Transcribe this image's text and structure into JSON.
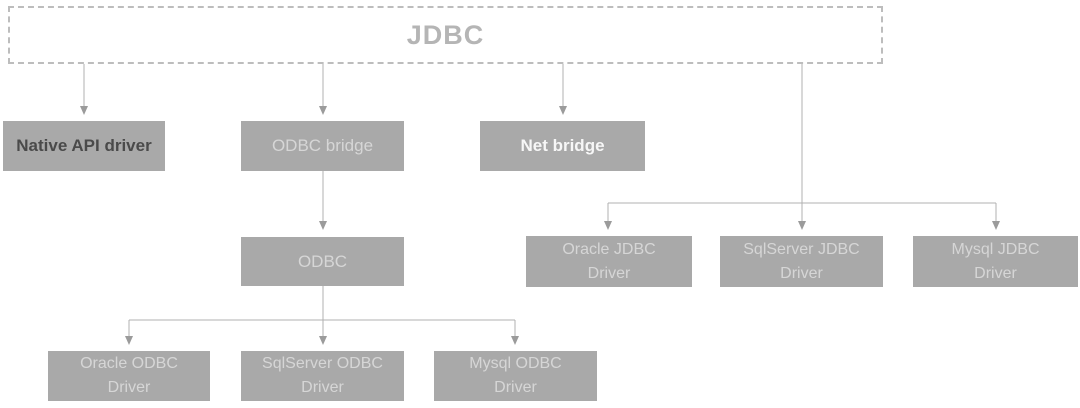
{
  "diagram": {
    "title": "JDBC",
    "colors": {
      "node_fill": "#a9a9a9",
      "line": "#b1b1b1",
      "arrow": "#9b9b9b",
      "dark_text": "#4a4a4a",
      "light_text": "#d6d6d6",
      "white_text": "#f7f7f7",
      "title_text": "#b5b5b5",
      "dashed_border": "#bdbdbd"
    },
    "nodes": {
      "jdbc": {
        "label": "JDBC"
      },
      "native_api": {
        "label": "Native API driver"
      },
      "odbc_bridge": {
        "label": "ODBC bridge"
      },
      "net_bridge": {
        "label": "Net bridge"
      },
      "odbc": {
        "label": "ODBC"
      },
      "oracle_jdbc": {
        "label": "Oracle JDBC\nDriver"
      },
      "sqlserver_jdbc": {
        "label": "SqlServer JDBC\nDriver"
      },
      "mysql_jdbc": {
        "label": "Mysql JDBC\nDriver"
      },
      "oracle_odbc": {
        "label": "Oracle ODBC\nDriver"
      },
      "sqlserver_odbc": {
        "label": "SqlServer ODBC\nDriver"
      },
      "mysql_odbc": {
        "label": "Mysql ODBC\nDriver"
      }
    },
    "edges": [
      "jdbc -> native_api",
      "jdbc -> odbc_bridge",
      "jdbc -> net_bridge",
      "jdbc -> oracle_jdbc",
      "jdbc -> sqlserver_jdbc",
      "jdbc -> mysql_jdbc",
      "odbc_bridge -> odbc",
      "odbc -> oracle_odbc",
      "odbc -> sqlserver_odbc",
      "odbc -> mysql_odbc"
    ]
  }
}
